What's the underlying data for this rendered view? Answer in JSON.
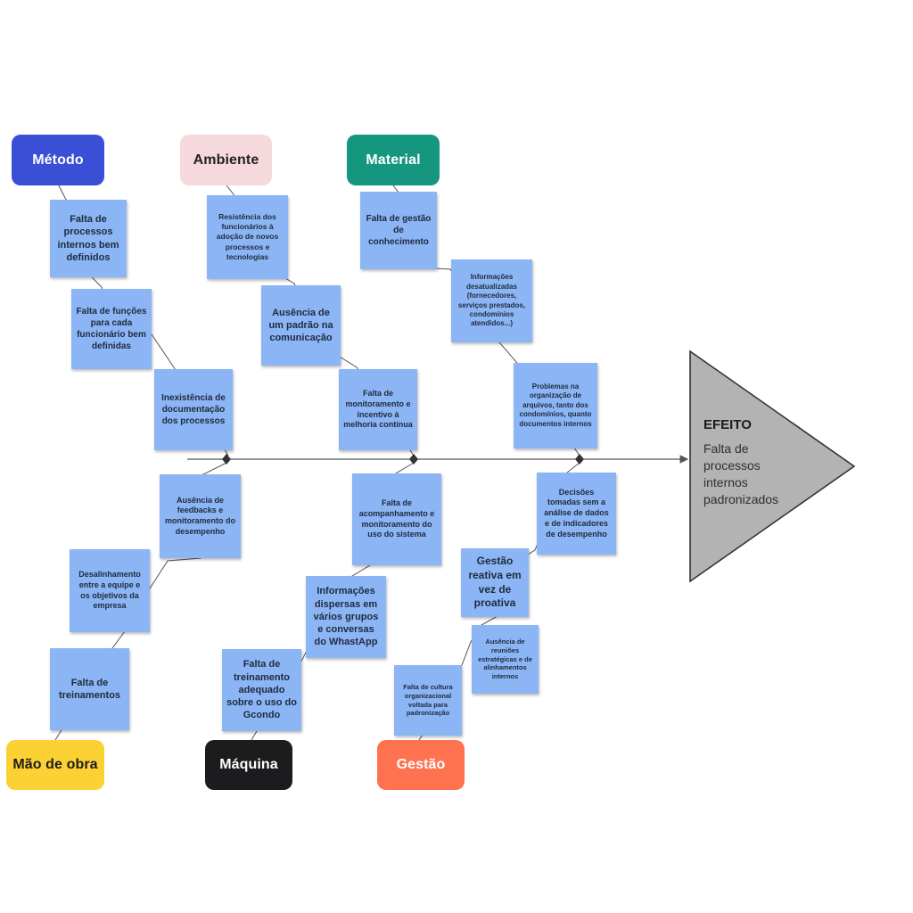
{
  "effect": {
    "title": "EFEITO",
    "description": "Falta de processos internos padronizados"
  },
  "categories": {
    "metodo": {
      "label": "Método",
      "color": "#3b4ed6",
      "text_color": "#ffffff"
    },
    "ambiente": {
      "label": "Ambiente",
      "color": "#f6d9dd",
      "text_color": "#222222"
    },
    "material": {
      "label": "Material",
      "color": "#14977e",
      "text_color": "#ffffff"
    },
    "mao_de_obra": {
      "label": "Mão de obra",
      "color": "#fcd133",
      "text_color": "#1c1c1c"
    },
    "maquina": {
      "label": "Máquina",
      "color": "#1c1c1e",
      "text_color": "#ffffff"
    },
    "gestao": {
      "label": "Gestão",
      "color": "#ff7250",
      "text_color": "#ffffff"
    }
  },
  "causes": {
    "metodo": [
      "Falta de processos internos bem definidos",
      "Falta de funções para cada funcionário bem definidas",
      "Inexistência de documentação dos processos"
    ],
    "ambiente": [
      "Resistência dos funcionários à adoção de novos processos e tecnologias",
      "Ausência de um padrão na comunicação",
      "Falta de monitoramento e incentivo à melhoria contínua"
    ],
    "material": [
      "Falta de gestão de conhecimento",
      "Informações desatualizadas (fornecedores, serviços prestados, condomínios atendidos...)",
      "Problemas na organização de arquivos, tanto dos condomínios, quanto documentos internos"
    ],
    "mao_de_obra": [
      "Ausência de feedbacks e monitoramento do desempenho",
      "Desalinhamento entre a equipe e os objetivos da empresa",
      "Falta de treinamentos"
    ],
    "maquina": [
      "Falta de acompanhamento e monitoramento do uso do sistema",
      "Informações dispersas em vários grupos e conversas do WhastApp",
      "Falta de treinamento adequado sobre o uso do Gcondo"
    ],
    "gestao": [
      "Decisões tomadas sem a análise de dados e de indicadores de desempenho",
      "Gestão reativa em vez de proativa",
      "Ausência de reuniões estratégicas e de alinhamentos internos",
      "Falta de cultura organizacional voltada para padronização"
    ]
  },
  "colors": {
    "note_fill": "#8bb5f4",
    "spine": "#555555",
    "effect_fill": "#b3b3b3",
    "effect_stroke": "#333333"
  }
}
